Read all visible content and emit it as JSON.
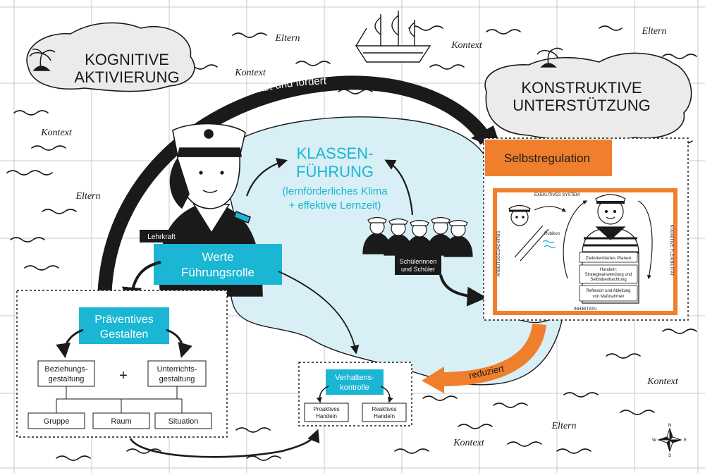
{
  "islands": {
    "kognitiv": [
      "KOGNITIVE",
      "AKTIVIERUNG"
    ],
    "konstruktiv": [
      "KONSTRUKTIVE",
      "UNTERSTÜTZUNG"
    ],
    "klassen": [
      "KLASSEN-",
      "FÜHRUNG",
      "(lernförderliches Klima",
      "+ effektive Lernzeit)"
    ]
  },
  "context_labels": {
    "eltern_1": "Eltern",
    "eltern_2": "Eltern",
    "eltern_3": "Eltern",
    "eltern_4": "Eltern",
    "kontext_1": "Kontext",
    "kontext_2": "Kontext",
    "kontext_3": "Kontext",
    "kontext_4": "Kontext",
    "kontext_5": "Kontext"
  },
  "arrows": {
    "unterstuetzt": "unterstützt und fördert",
    "reduziert": "reduziert"
  },
  "teacher": {
    "tag": "Lehrkraft",
    "box": [
      "Werte",
      "Führungsrolle"
    ]
  },
  "students": {
    "tag": [
      "Schülerinnen",
      "und Schüler"
    ]
  },
  "praeventiv": {
    "title": [
      "Präventives",
      "Gestalten"
    ],
    "beziehung": [
      "Beziehungs-",
      "gestaltung"
    ],
    "plus": "+",
    "unterricht": [
      "Unterrichts-",
      "gestaltung"
    ],
    "gruppe": "Gruppe",
    "raum": "Raum",
    "situation": "Situation"
  },
  "verhalten": {
    "title": [
      "Verhaltens-",
      "kontrolle"
    ],
    "proaktiv": [
      "Proaktives",
      "Handeln"
    ],
    "reaktiv": [
      "Reaktives",
      "Handeln"
    ]
  },
  "selbst": {
    "title": "Selbstregulation",
    "exekutiv": "EXEKUTIVES SYSTEM",
    "arbeit": "ARBEITSGEDÄCHTNIS",
    "flex": "KOGNITIVE FLEXIBILITÄT",
    "inhibition": "INHIBITION",
    "rubikon": "Rubikon",
    "ziel": "Zielorientiertes Planen",
    "handeln": [
      "Handeln:",
      "Strategieanwendung und",
      "Selbstbeobachtung"
    ],
    "reflexion": [
      "Reflexion und Ableitung",
      "von Maßnahmen"
    ]
  },
  "compass": {
    "n": "N",
    "s": "S",
    "w": "W",
    "e": "E"
  },
  "colors": {
    "cyan": "#1ab6d4",
    "orange": "#f07f2d",
    "sea": "#d8eff6",
    "ink": "#1a1a1a",
    "grid": "#c9c9c9",
    "island": "#ebebeb"
  }
}
